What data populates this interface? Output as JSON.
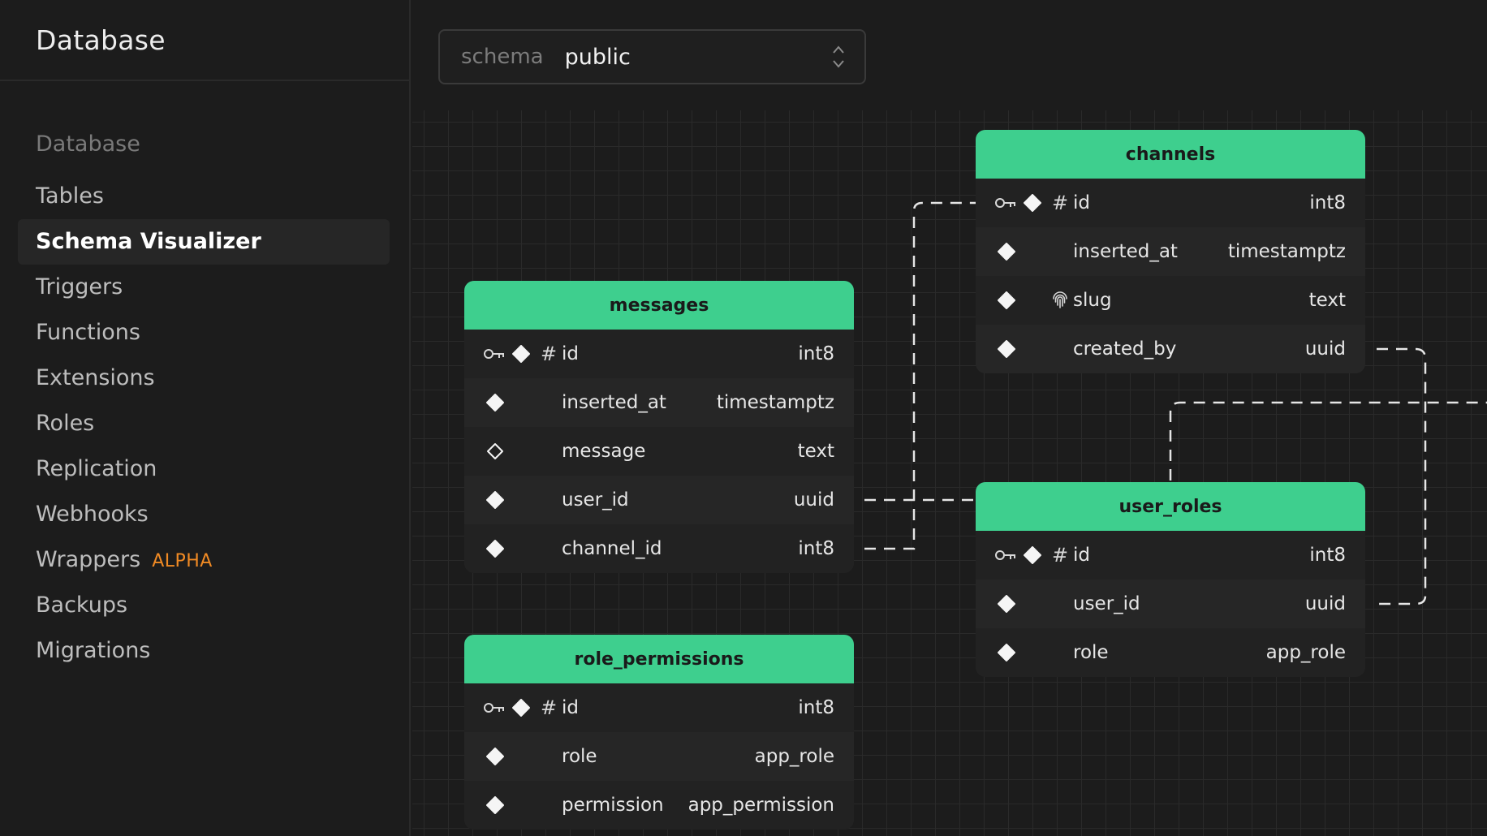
{
  "sidebar": {
    "title": "Database",
    "section_label": "Database",
    "items": [
      {
        "label": "Tables"
      },
      {
        "label": "Schema Visualizer"
      },
      {
        "label": "Triggers"
      },
      {
        "label": "Functions"
      },
      {
        "label": "Extensions"
      },
      {
        "label": "Roles"
      },
      {
        "label": "Replication"
      },
      {
        "label": "Webhooks"
      },
      {
        "label": "Wrappers",
        "badge": "ALPHA"
      },
      {
        "label": "Backups"
      },
      {
        "label": "Migrations"
      }
    ],
    "active_item": "Schema Visualizer"
  },
  "schema_selector": {
    "label": "schema",
    "value": "public"
  },
  "colors": {
    "accent": "#3ecf8e",
    "badge": "#f08a24",
    "background": "#1c1c1c"
  },
  "tables": {
    "messages": {
      "name": "messages",
      "columns": [
        {
          "name": "id",
          "type": "int8",
          "icons": [
            "key-icon",
            "diamond-filled-icon",
            "hash-icon"
          ]
        },
        {
          "name": "inserted_at",
          "type": "timestamptz",
          "icons": [
            "diamond-filled-icon"
          ]
        },
        {
          "name": "message",
          "type": "text",
          "icons": [
            "diamond-outline-icon"
          ]
        },
        {
          "name": "user_id",
          "type": "uuid",
          "icons": [
            "diamond-filled-icon"
          ]
        },
        {
          "name": "channel_id",
          "type": "int8",
          "icons": [
            "diamond-filled-icon"
          ]
        }
      ]
    },
    "role_permissions": {
      "name": "role_permissions",
      "columns": [
        {
          "name": "id",
          "type": "int8",
          "icons": [
            "key-icon",
            "diamond-filled-icon",
            "hash-icon"
          ]
        },
        {
          "name": "role",
          "type": "app_role",
          "icons": [
            "diamond-filled-icon"
          ]
        },
        {
          "name": "permission",
          "type": "app_permission",
          "icons": [
            "diamond-filled-icon"
          ]
        }
      ]
    },
    "channels": {
      "name": "channels",
      "columns": [
        {
          "name": "id",
          "type": "int8",
          "icons": [
            "key-icon",
            "diamond-filled-icon",
            "hash-icon"
          ]
        },
        {
          "name": "inserted_at",
          "type": "timestamptz",
          "icons": [
            "diamond-filled-icon"
          ]
        },
        {
          "name": "slug",
          "type": "text",
          "icons": [
            "diamond-filled-icon",
            "fingerprint-icon"
          ]
        },
        {
          "name": "created_by",
          "type": "uuid",
          "icons": [
            "diamond-filled-icon"
          ]
        }
      ]
    },
    "user_roles": {
      "name": "user_roles",
      "columns": [
        {
          "name": "id",
          "type": "int8",
          "icons": [
            "key-icon",
            "diamond-filled-icon",
            "hash-icon"
          ]
        },
        {
          "name": "user_id",
          "type": "uuid",
          "icons": [
            "diamond-filled-icon"
          ]
        },
        {
          "name": "role",
          "type": "app_role",
          "icons": [
            "diamond-filled-icon"
          ]
        }
      ]
    }
  }
}
